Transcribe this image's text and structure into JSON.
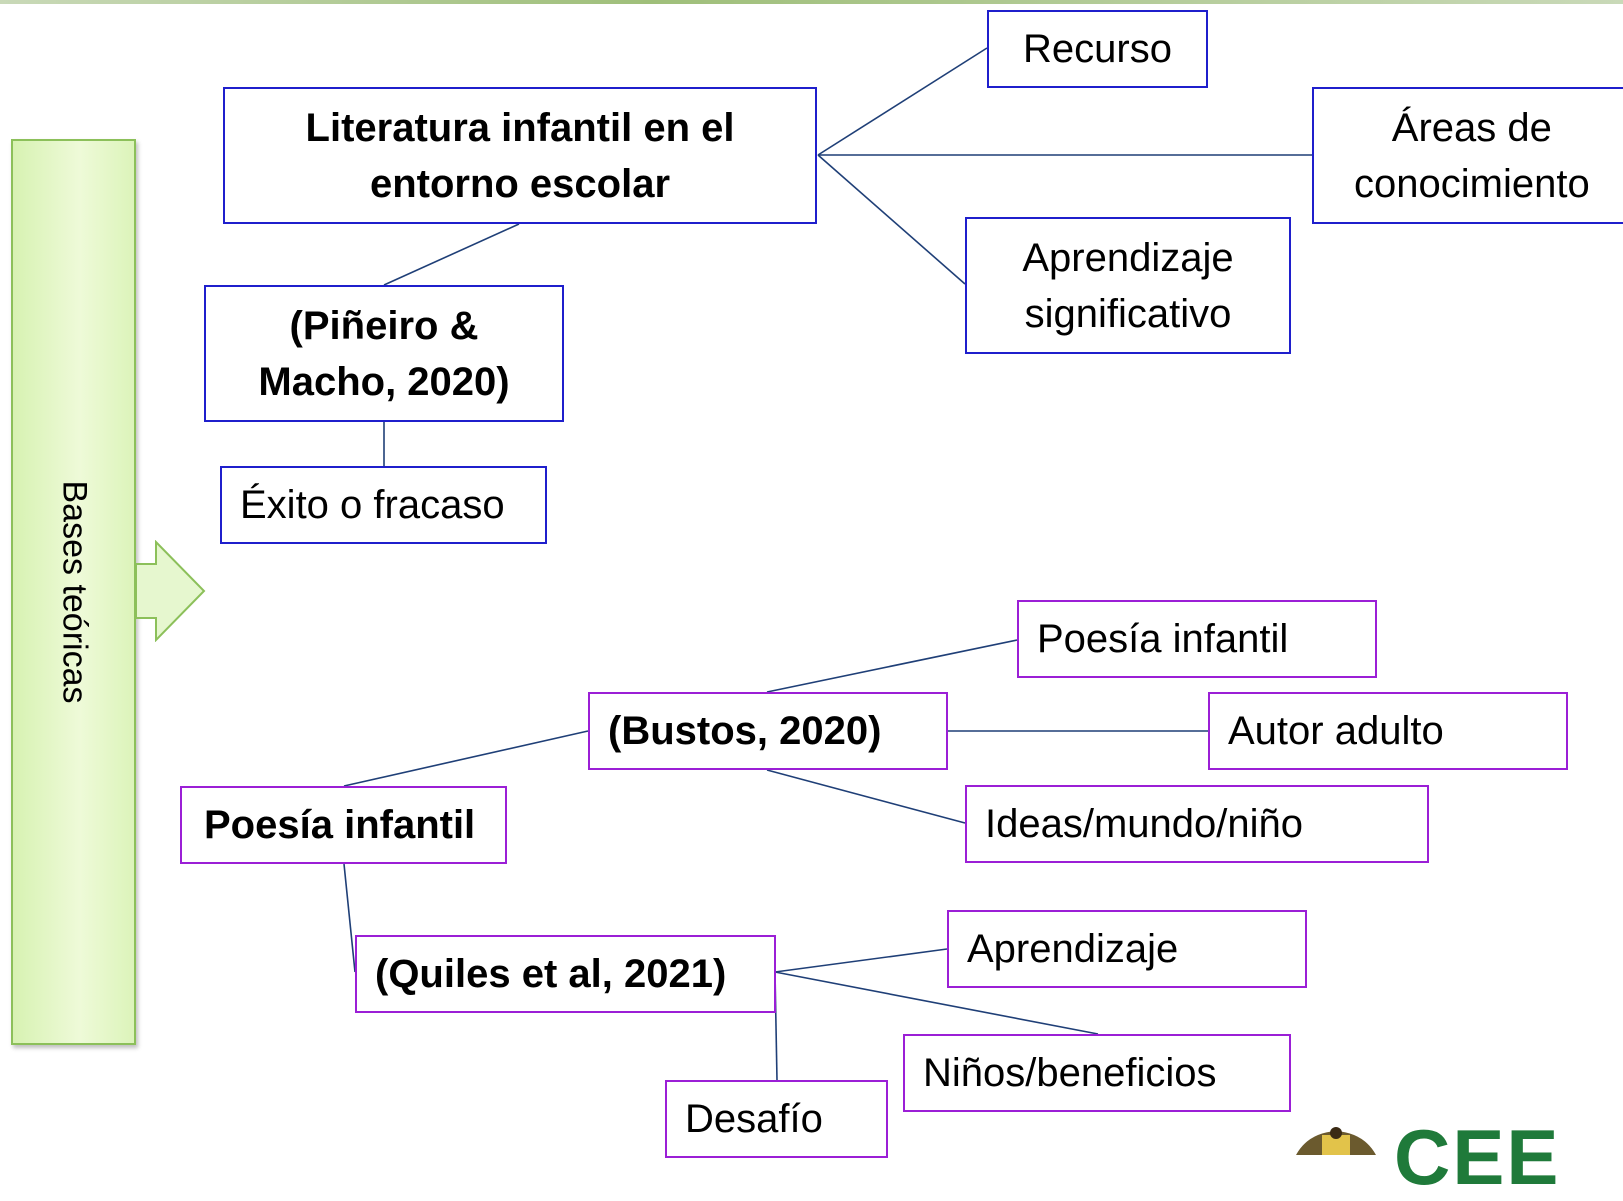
{
  "diagram": {
    "side_label": "Bases teóricas",
    "top": {
      "main": "Literatura infantil en el entorno escolar",
      "recurso": "Recurso",
      "areas": "Áreas de conocimiento",
      "aprendizaje_significativo": "Aprendizaje significativo",
      "cita": "(Piñeiro & Macho, 2020)",
      "exito": "Éxito o fracaso"
    },
    "bottom": {
      "main": "Poesía infantil",
      "bustos": "(Bustos, 2020)",
      "poesia_infantil": "Poesía infantil",
      "autor_adulto": "Autor adulto",
      "ideas": "Ideas/mundo/niño",
      "quiles": "(Quiles et al, 2021)",
      "aprendizaje": "Aprendizaje",
      "ninos": "Niños/beneficios",
      "desafio": "Desafío"
    },
    "logo": {
      "text": "CEE",
      "color": "#1f7a3a"
    },
    "colors": {
      "top_border": "#1f1fcc",
      "bottom_border": "#9b1fd6",
      "arrow": "#8cc05a",
      "line": "#1f3f77"
    }
  }
}
